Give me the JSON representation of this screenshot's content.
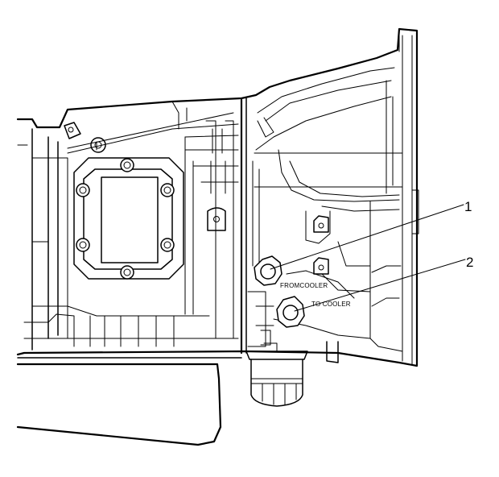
{
  "callouts": {
    "one": "1",
    "two": "2"
  },
  "ports": {
    "from_cooler": "FROMCOOLER",
    "to_cooler": "TO COOLER"
  },
  "colors": {
    "line": "#000000",
    "background": "#ffffff"
  }
}
